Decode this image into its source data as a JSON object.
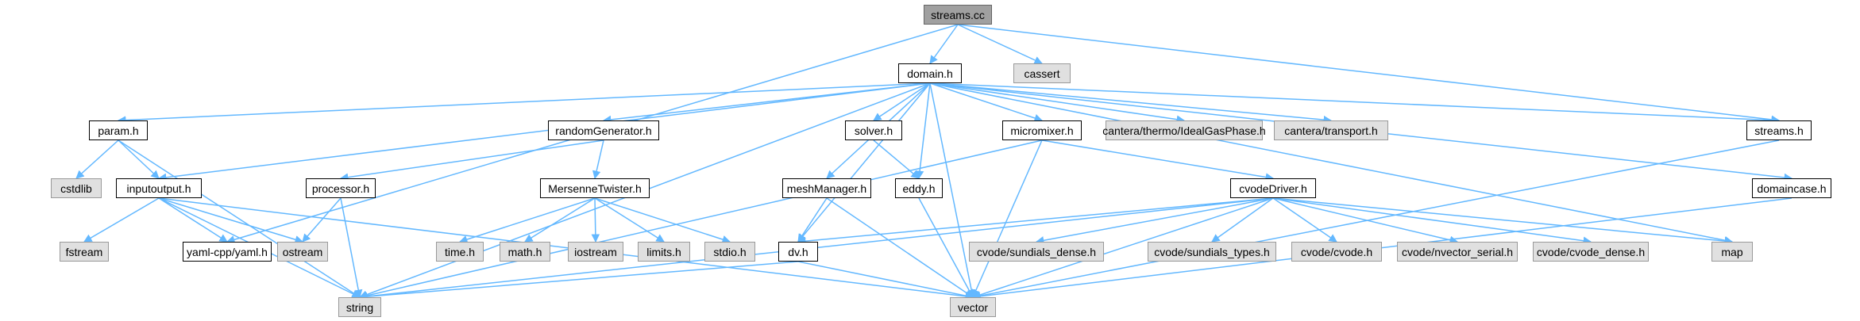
{
  "graph_title": "",
  "colors": {
    "edge": "#63b8ff",
    "node_border": "#000000",
    "external_fill": "#e0e0e0",
    "root_fill": "#a0a0a0"
  },
  "nodes": {
    "streams_cc": "streams.cc",
    "domain_h": "domain.h",
    "cassert": "cassert",
    "param_h": "param.h",
    "randomGenerator_h": "randomGenerator.h",
    "solver_h": "solver.h",
    "micromixer_h": "micromixer.h",
    "cantera_thermo": "cantera/thermo/IdealGasPhase.h",
    "cantera_transport": "cantera/transport.h",
    "streams_h": "streams.h",
    "cstdlib": "cstdlib",
    "inputoutput_h": "inputoutput.h",
    "processor_h": "processor.h",
    "MersenneTwister_h": "MersenneTwister.h",
    "meshManager_h": "meshManager.h",
    "eddy_h": "eddy.h",
    "cvodeDriver_h": "cvodeDriver.h",
    "domaincase_h": "domaincase.h",
    "fstream": "fstream",
    "yaml_h": "yaml-cpp/yaml.h",
    "ostream": "ostream",
    "time_h": "time.h",
    "math_h": "math.h",
    "iostream": "iostream",
    "limits_h": "limits.h",
    "stdio_h": "stdio.h",
    "dv_h": "dv.h",
    "cvode_sundials_dense": "cvode/sundials_dense.h",
    "cvode_sundials_types": "cvode/sundials_types.h",
    "cvode_cvode": "cvode/cvode.h",
    "cvode_nvector_serial": "cvode/nvector_serial.h",
    "cvode_cvode_dense": "cvode/cvode_dense.h",
    "map": "map",
    "string": "string",
    "vector": "vector"
  },
  "edges": [
    [
      "streams_cc",
      "domain_h"
    ],
    [
      "streams_cc",
      "cassert"
    ],
    [
      "streams_cc",
      "yaml_h"
    ],
    [
      "streams_cc",
      "streams_h"
    ],
    [
      "domain_h",
      "param_h"
    ],
    [
      "domain_h",
      "inputoutput_h"
    ],
    [
      "domain_h",
      "randomGenerator_h"
    ],
    [
      "domain_h",
      "solver_h"
    ],
    [
      "domain_h",
      "micromixer_h"
    ],
    [
      "domain_h",
      "cantera_thermo"
    ],
    [
      "domain_h",
      "cantera_transport"
    ],
    [
      "domain_h",
      "streams_h"
    ],
    [
      "domain_h",
      "meshManager_h"
    ],
    [
      "domain_h",
      "eddy_h"
    ],
    [
      "domain_h",
      "dv_h"
    ],
    [
      "domain_h",
      "domaincase_h"
    ],
    [
      "domain_h",
      "map"
    ],
    [
      "domain_h",
      "string"
    ],
    [
      "domain_h",
      "vector"
    ],
    [
      "param_h",
      "cstdlib"
    ],
    [
      "param_h",
      "inputoutput_h"
    ],
    [
      "param_h",
      "string"
    ],
    [
      "inputoutput_h",
      "fstream"
    ],
    [
      "inputoutput_h",
      "yaml_h"
    ],
    [
      "inputoutput_h",
      "ostream"
    ],
    [
      "inputoutput_h",
      "string"
    ],
    [
      "inputoutput_h",
      "vector"
    ],
    [
      "randomGenerator_h",
      "processor_h"
    ],
    [
      "randomGenerator_h",
      "MersenneTwister_h"
    ],
    [
      "processor_h",
      "ostream"
    ],
    [
      "processor_h",
      "string"
    ],
    [
      "MersenneTwister_h",
      "time_h"
    ],
    [
      "MersenneTwister_h",
      "math_h"
    ],
    [
      "MersenneTwister_h",
      "iostream"
    ],
    [
      "MersenneTwister_h",
      "limits_h"
    ],
    [
      "MersenneTwister_h",
      "stdio_h"
    ],
    [
      "solver_h",
      "eddy_h"
    ],
    [
      "eddy_h",
      "vector"
    ],
    [
      "micromixer_h",
      "cvodeDriver_h"
    ],
    [
      "micromixer_h",
      "string"
    ],
    [
      "micromixer_h",
      "vector"
    ],
    [
      "meshManager_h",
      "dv_h"
    ],
    [
      "meshManager_h",
      "vector"
    ],
    [
      "dv_h",
      "string"
    ],
    [
      "dv_h",
      "vector"
    ],
    [
      "cvodeDriver_h",
      "dv_h"
    ],
    [
      "cvodeDriver_h",
      "cvode_sundials_dense"
    ],
    [
      "cvodeDriver_h",
      "cvode_sundials_types"
    ],
    [
      "cvodeDriver_h",
      "cvode_cvode"
    ],
    [
      "cvodeDriver_h",
      "cvode_nvector_serial"
    ],
    [
      "cvodeDriver_h",
      "cvode_cvode_dense"
    ],
    [
      "cvodeDriver_h",
      "map"
    ],
    [
      "cvodeDriver_h",
      "string"
    ],
    [
      "cvodeDriver_h",
      "vector"
    ],
    [
      "streams_h",
      "vector"
    ],
    [
      "domaincase_h",
      "vector"
    ]
  ]
}
